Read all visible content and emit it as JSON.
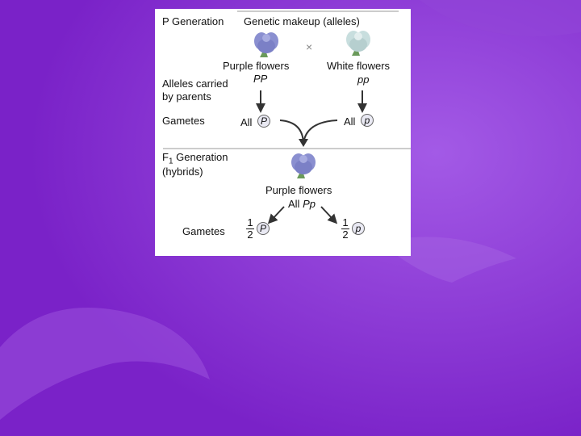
{
  "p_generation": {
    "label": "P Generation",
    "header": "Genetic makeup (alleles)",
    "cross_symbol": "×",
    "parent_left": {
      "phenotype": "Purple flowers",
      "genotype": "PP",
      "gamete_text": "All",
      "gamete_allele": "P",
      "flower_color": "#8a8fd0"
    },
    "parent_right": {
      "phenotype": "White flowers",
      "genotype": "pp",
      "gamete_text": "All",
      "gamete_allele": "p",
      "flower_color": "#c8dede"
    },
    "alleles_label_line1": "Alleles carried",
    "alleles_label_line2": "by parents",
    "gametes_label": "Gametes"
  },
  "f1_generation": {
    "label_main": "F",
    "label_sub": "1",
    "label_rest": " Generation",
    "label_line2": "(hybrids)",
    "phenotype": "Purple flowers",
    "genotype_prefix": "All ",
    "genotype": "Pp",
    "flower_color": "#8a8fd0",
    "gametes_label": "Gametes",
    "gamete_left": {
      "num": "1",
      "den": "2",
      "allele": "P"
    },
    "gamete_right": {
      "num": "1",
      "den": "2",
      "allele": "p"
    }
  },
  "colors": {
    "background": "#8a2fd6",
    "card": "#ffffff",
    "purple_flower": "#8a8fd0",
    "white_flower": "#c8dede"
  }
}
